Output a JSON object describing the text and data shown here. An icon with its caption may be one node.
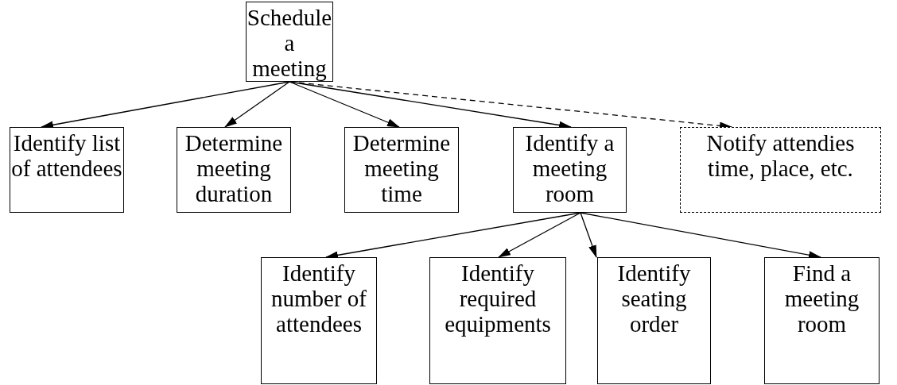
{
  "diagram": {
    "nodes": [
      {
        "text": [
          "Schedule a meeting"
        ]
      },
      {
        "text": [
          "Identify list of attendees"
        ]
      },
      {
        "text": [
          "Determine meeting duration"
        ]
      },
      {
        "text": [
          "Determine meeting time"
        ]
      },
      {
        "text": [
          "Identify a meeting room"
        ]
      },
      {
        "text": [
          "Notify attendies time, place, etc."
        ]
      },
      {
        "text": [
          "Identify number of attendees"
        ]
      },
      {
        "text": [
          "Identify required equipments"
        ]
      },
      {
        "text": [
          "Identify seating order"
        ]
      },
      {
        "text": [
          "Find a meeting room"
        ]
      }
    ],
    "edges": [
      {
        "from": 0,
        "to": 1,
        "arrow": "to"
      },
      {
        "from": 0,
        "to": 2,
        "arrow": "to"
      },
      {
        "from": 0,
        "to": 3,
        "arrow": "to"
      },
      {
        "from": 0,
        "to": 4,
        "arrow": "to"
      },
      {
        "from": 0,
        "to": 5,
        "arrow": "to",
        "style": "dashed"
      },
      {
        "from": 4,
        "to": 6,
        "arrow": "to"
      },
      {
        "from": 4,
        "to": 7,
        "arrow": "to"
      },
      {
        "from": 4,
        "to": 8,
        "arrow": "to"
      },
      {
        "from": 4,
        "to": 9,
        "arrow": "to"
      }
    ]
  }
}
